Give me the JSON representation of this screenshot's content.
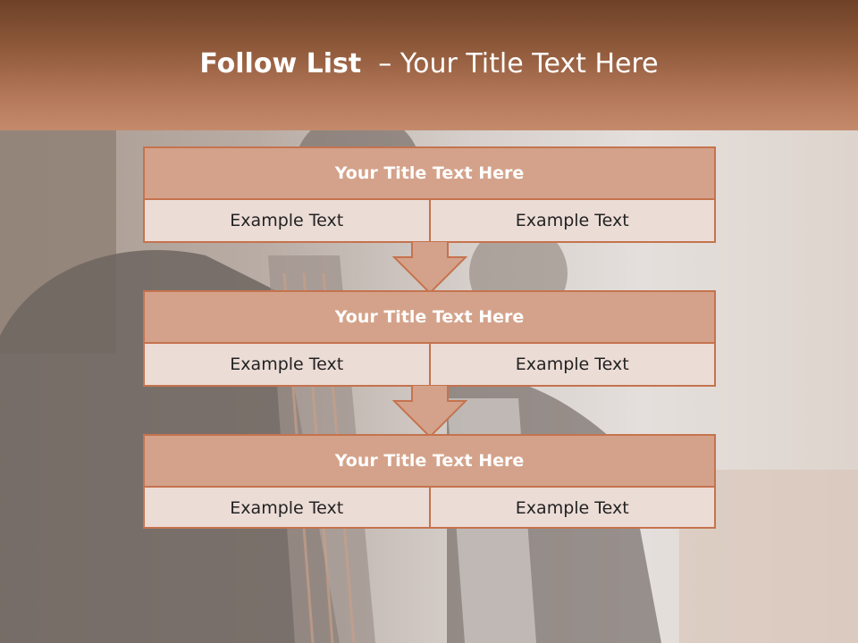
{
  "header": {
    "title_bold": "Follow List",
    "title_rest": "  – Your Title Text Here"
  },
  "steps": [
    {
      "title": "Your Title Text Here",
      "left": "Example Text",
      "right": "Example Text"
    },
    {
      "title": "Your Title Text Here",
      "left": "Example Text",
      "right": "Example Text"
    },
    {
      "title": "Your Title Text Here",
      "left": "Example Text",
      "right": "Example Text"
    }
  ],
  "icons": {
    "arrow": "down-arrow-icon"
  },
  "colors": {
    "accent": "#c5734e",
    "box_title_fill": "#d4a28a",
    "box_body_fill": "#ecdcd6",
    "header_dark": "#6e4128",
    "header_light": "#c48a6c"
  }
}
